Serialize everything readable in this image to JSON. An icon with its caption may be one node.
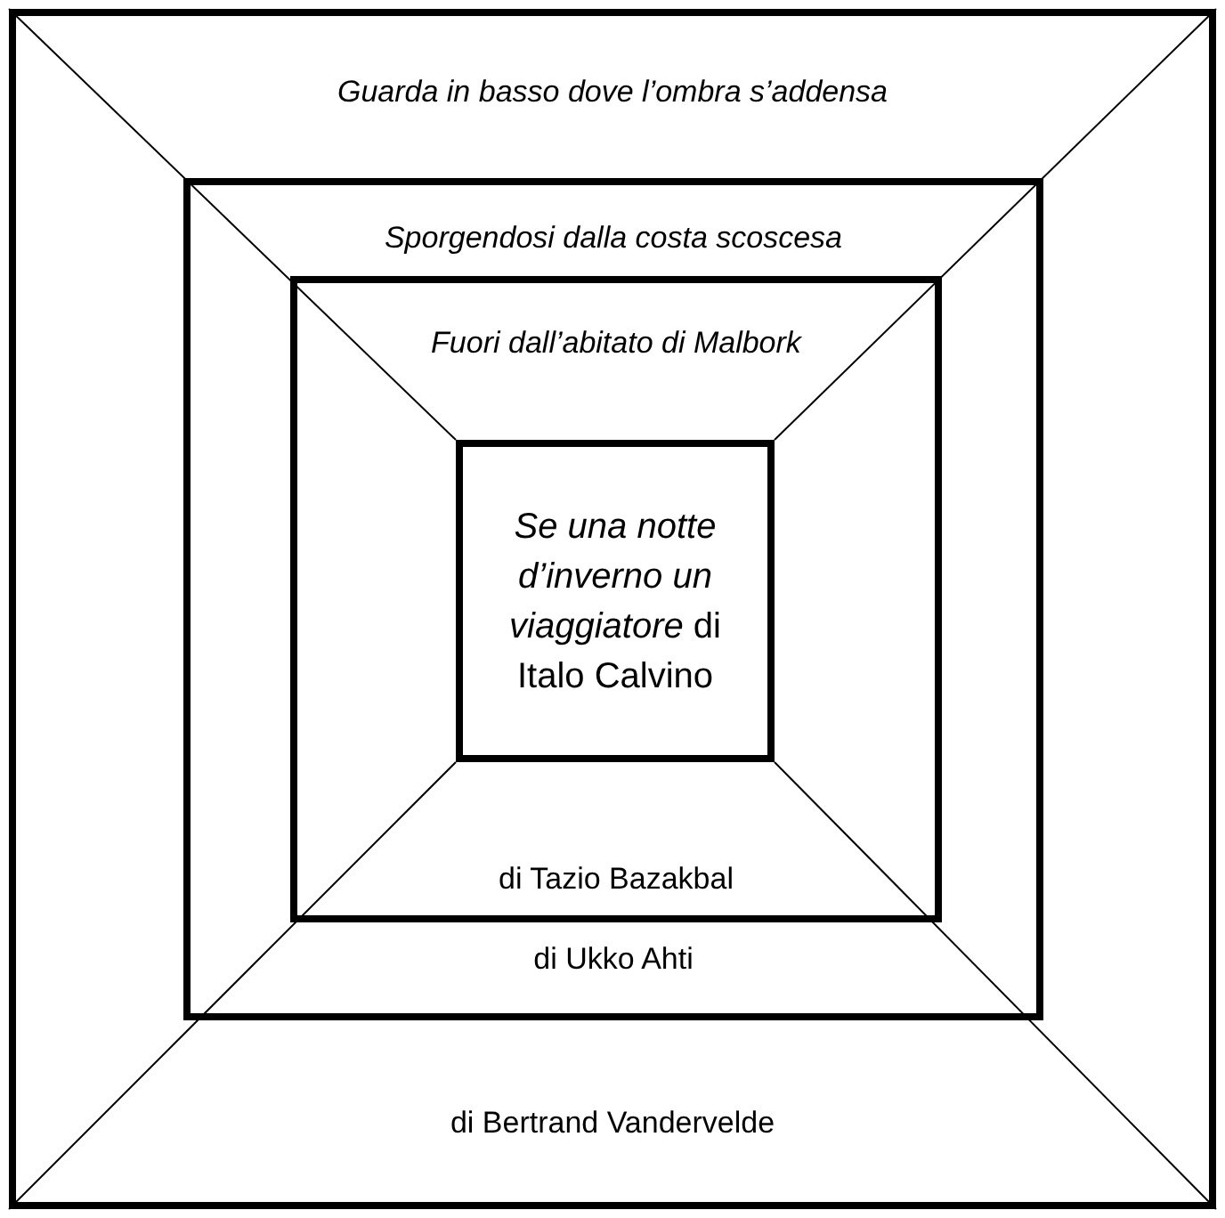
{
  "diagram": {
    "nodes": [
      {
        "text": [
          "Guarda in basso dove l’ombra s’addensa",
          "di Bertrand Vandervelde"
        ]
      },
      {
        "text": [
          "Sporgendosi dalla costa scoscesa",
          "di Ukko Ahti"
        ],
        "in": 0
      },
      {
        "text": [
          "Fuori dall’abitato di Malbork",
          "di Tazio Bazakbal"
        ],
        "in": 1
      },
      {
        "text": [
          "*Se una notte d’inverno un viaggiatore* di Italo Calvino"
        ],
        "in": 2
      }
    ]
  }
}
